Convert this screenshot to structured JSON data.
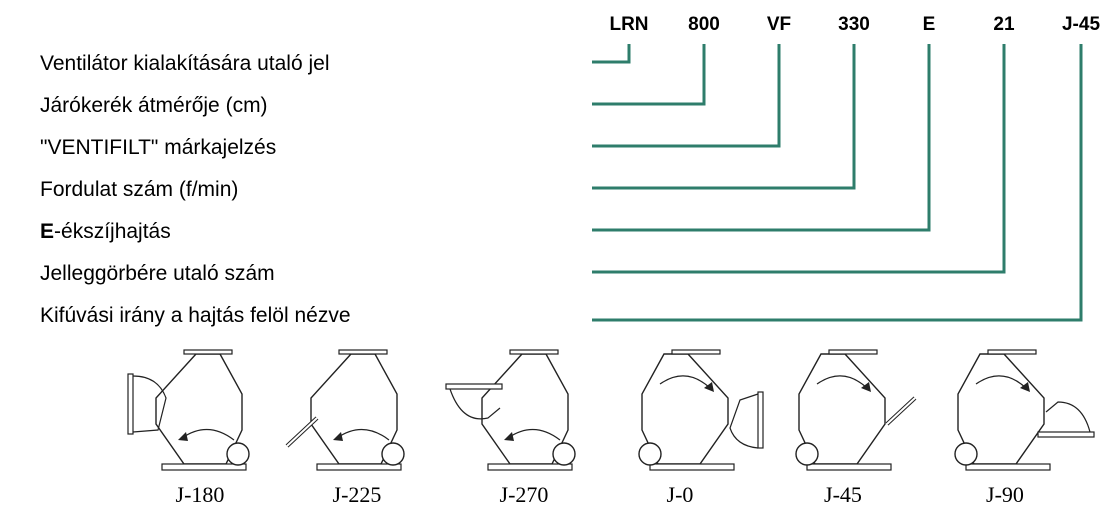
{
  "codes": [
    "LRN",
    "800",
    "VF",
    "330",
    "E",
    "21",
    "J-45"
  ],
  "labels": [
    {
      "prefix": "",
      "text": "Ventilátor kialakítására utaló jel"
    },
    {
      "prefix": "",
      "text": "Járókerék átmérője (cm)"
    },
    {
      "prefix": "",
      "text": "\"VENTIFILT\" márkajelzés"
    },
    {
      "prefix": "",
      "text": "Fordulat szám (f/min)"
    },
    {
      "prefix": "E",
      "text": "-ékszíjhajtás"
    },
    {
      "prefix": "",
      "text": "Jelleggörbére utaló szám"
    },
    {
      "prefix": "",
      "text": "Kifúvási irány a hajtás felöl nézve"
    }
  ],
  "fans": [
    "J-180",
    "J-225",
    "J-270",
    "J-0",
    "J-45",
    "J-90"
  ],
  "colors": {
    "connector": "#2e7d6b",
    "text": "#000000"
  }
}
